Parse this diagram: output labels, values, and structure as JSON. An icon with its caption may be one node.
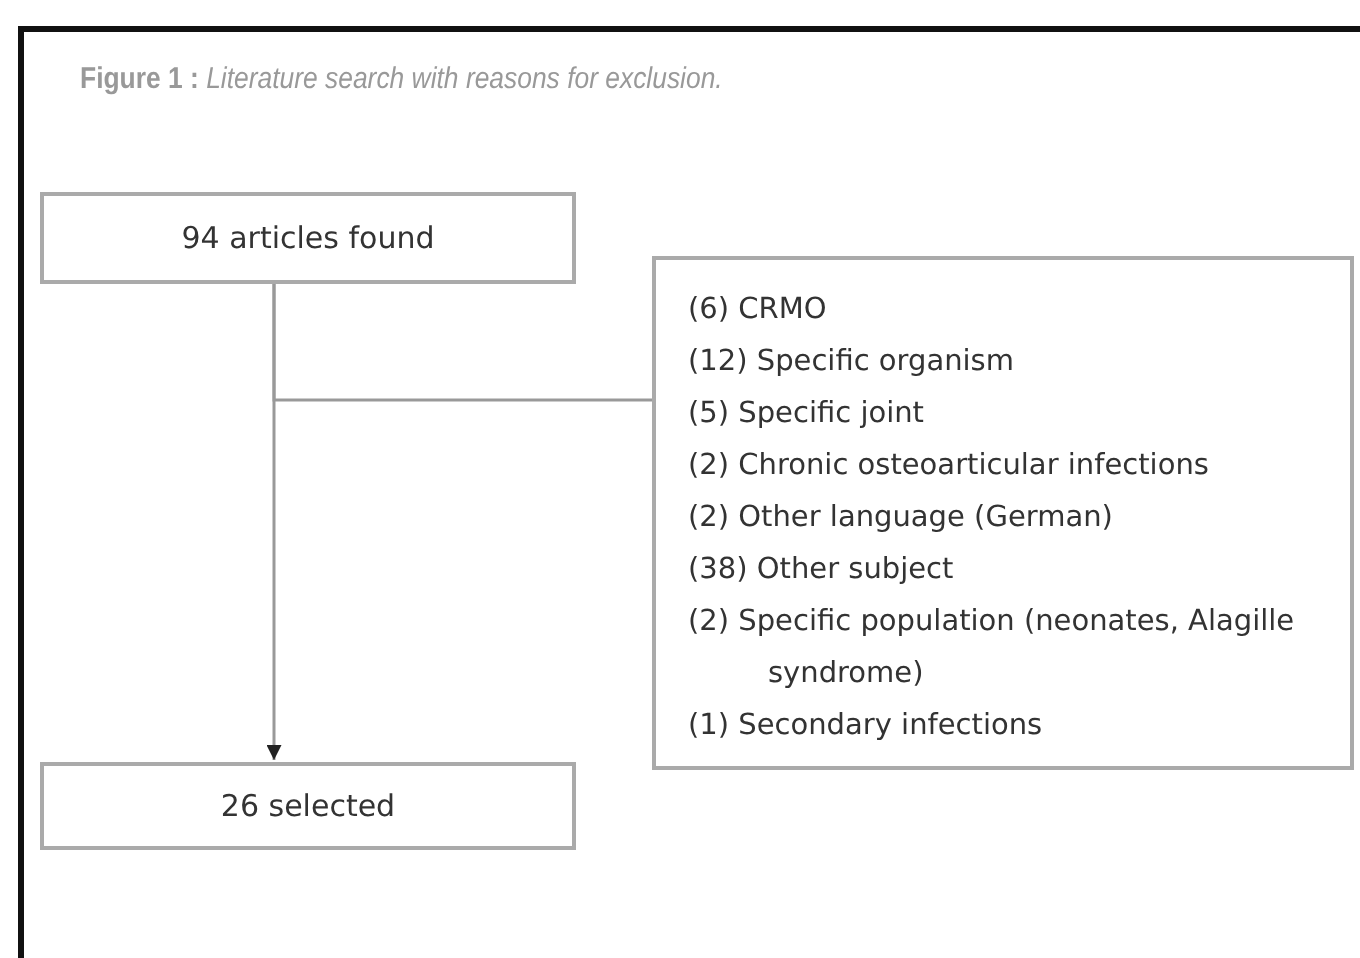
{
  "diagram": {
    "title": "**Figure 1 :** *Literature search with reasons for exclusion.*",
    "nodes": [
      {
        "text": [
          "94 articles found"
        ]
      },
      {
        "text": [
          "26 selected"
        ]
      },
      {
        "text": [
          "(6) CRMO",
          "(12) Specific organism",
          "(5) Specific joint",
          "(2) Chronic osteoarticular infections",
          "(2) Other language (German)",
          "(38) Other subject",
          "(2) Specific population (neonates, Alagille syndrome)",
          "(1) Secondary infections"
        ]
      }
    ],
    "edges": [
      {
        "from": 0,
        "to": 1,
        "arrow": "to"
      },
      {
        "from": 0,
        "to": 2,
        "arrow": "none"
      }
    ]
  }
}
